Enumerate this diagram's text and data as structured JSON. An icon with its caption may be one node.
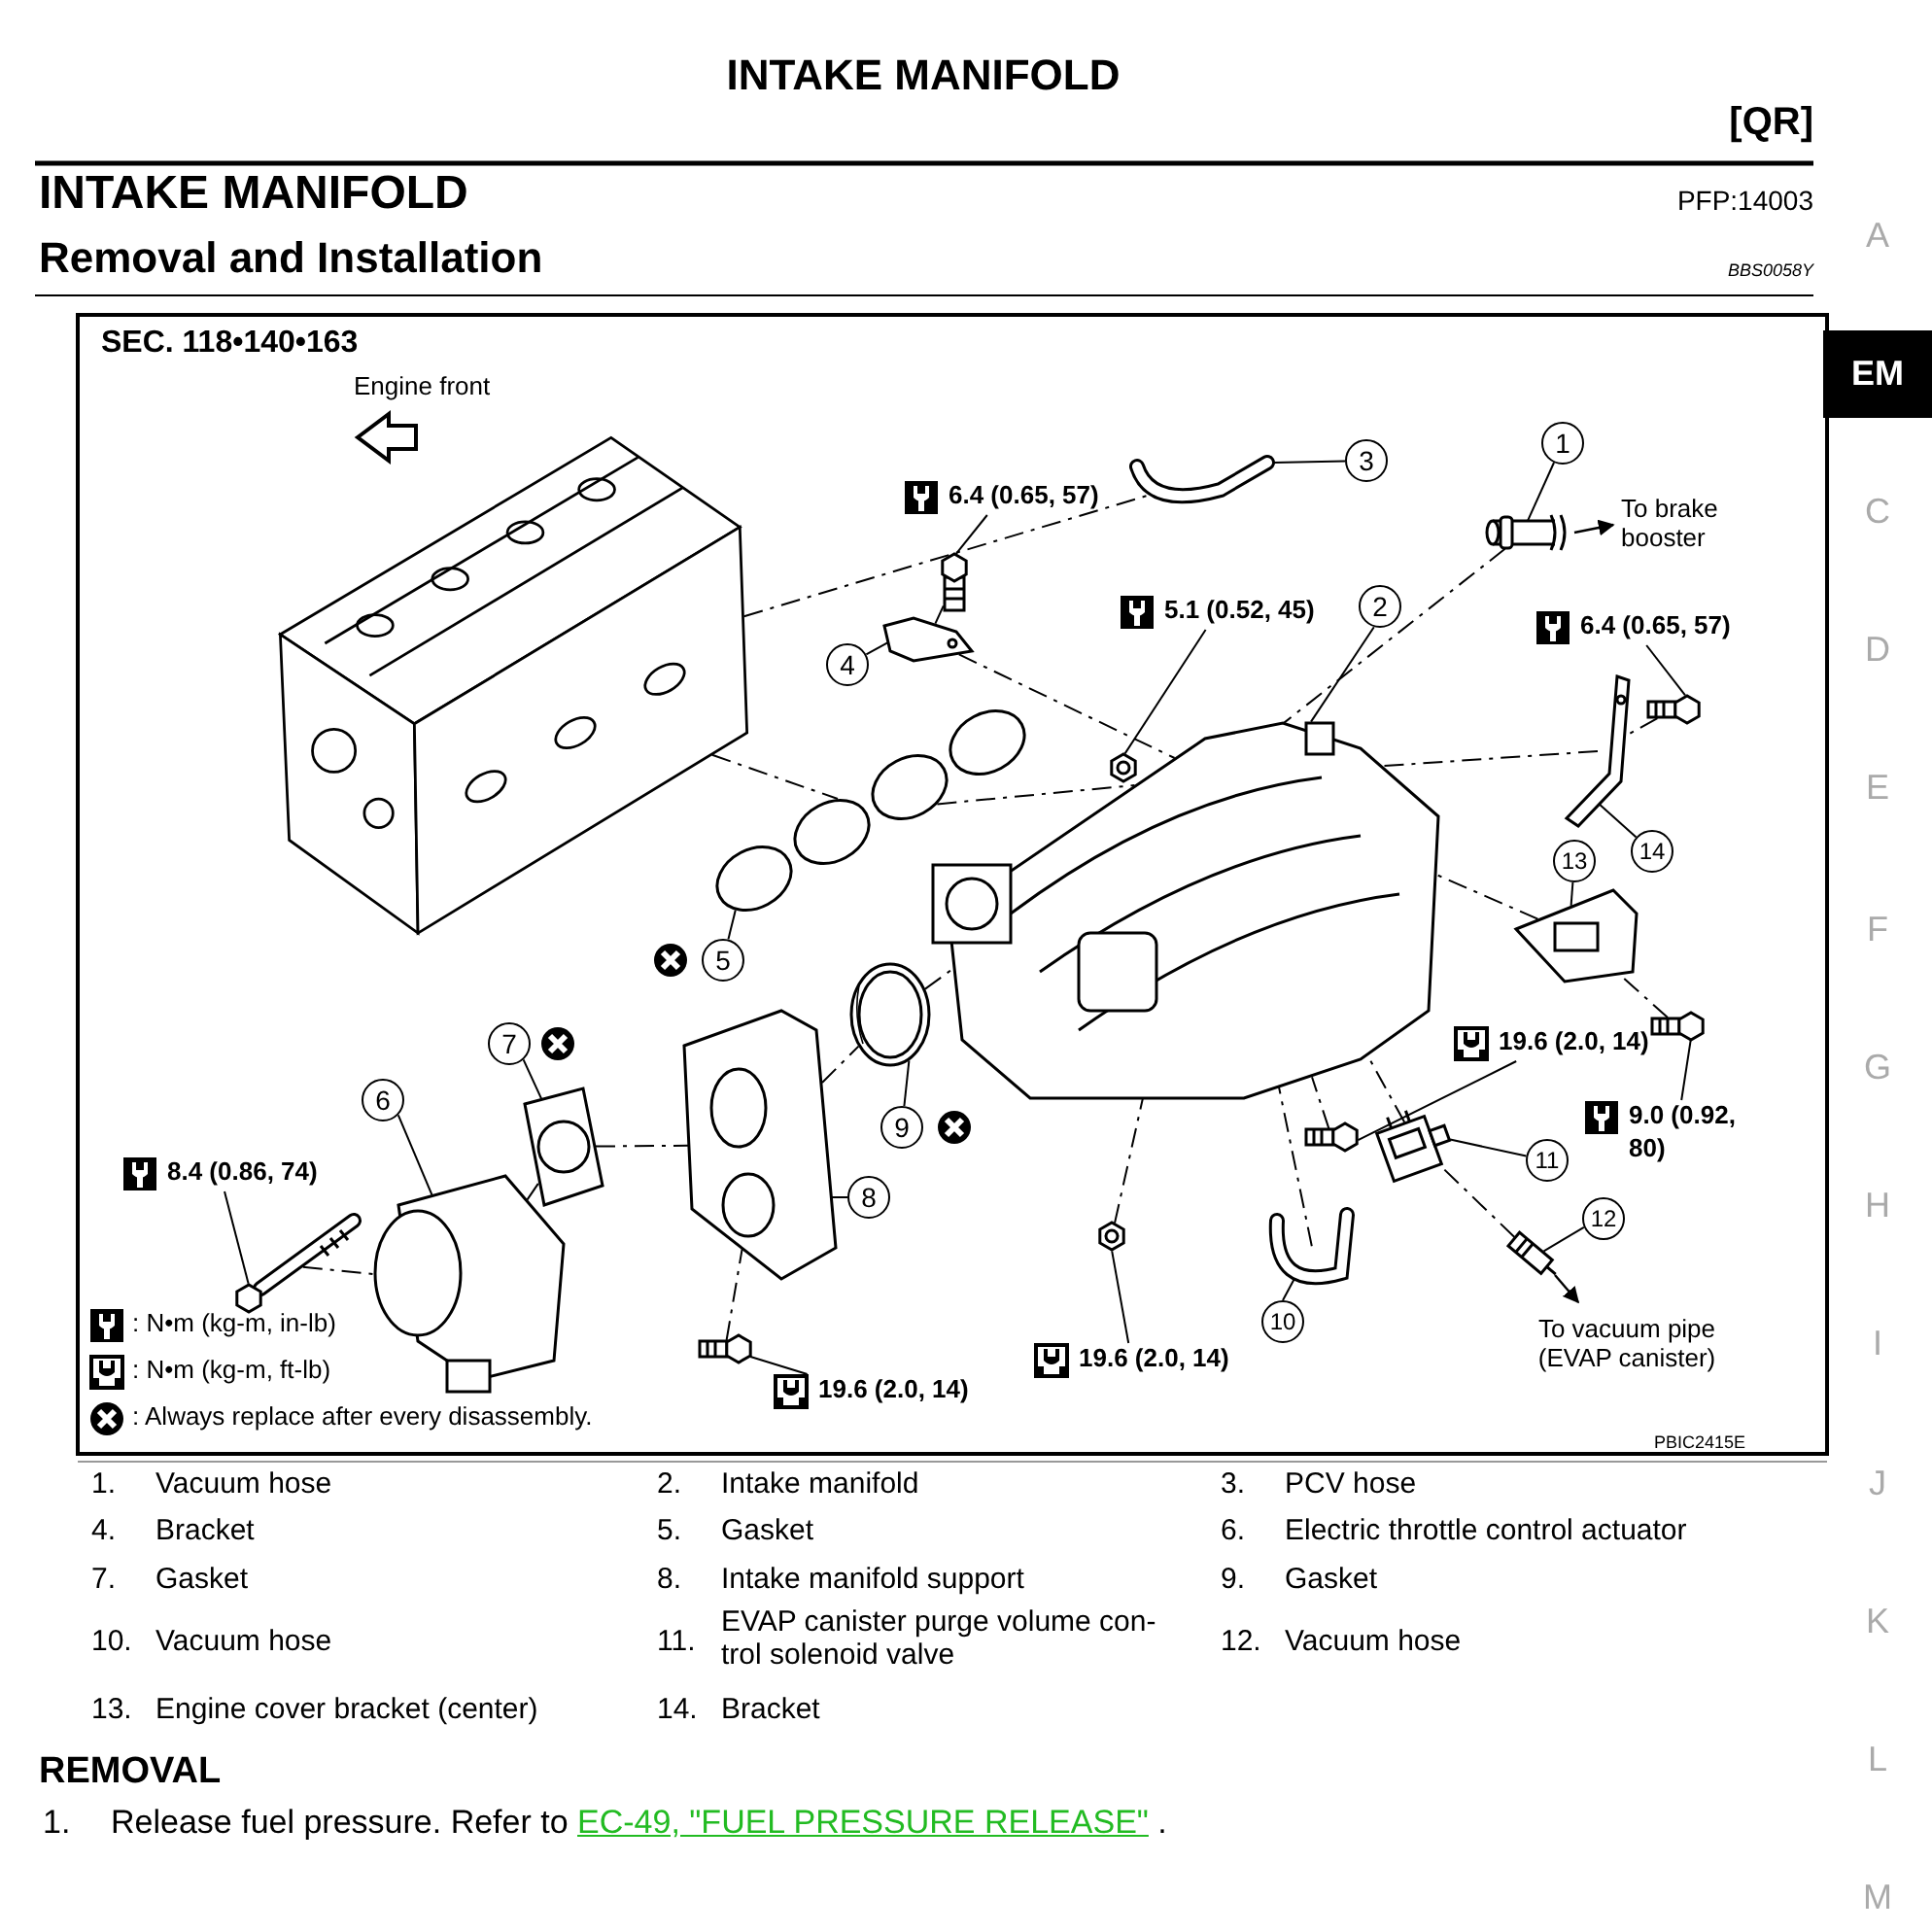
{
  "diagram": {
    "title": "INTAKE MANIFOLD",
    "nodes": [
      {
        "text": [
          "1"
        ]
      },
      {
        "text": [
          "2"
        ]
      },
      {
        "text": [
          "3"
        ]
      },
      {
        "text": [
          "4"
        ]
      },
      {
        "text": [
          "5"
        ]
      },
      {
        "text": [
          "6"
        ]
      },
      {
        "text": [
          "7"
        ]
      },
      {
        "text": [
          "8"
        ]
      },
      {
        "text": [
          "9"
        ]
      },
      {
        "text": [
          "10"
        ]
      },
      {
        "text": [
          "11"
        ]
      },
      {
        "text": [
          "12"
        ]
      },
      {
        "text": [
          "13"
        ]
      },
      {
        "text": [
          "14"
        ]
      },
      {
        "text": [
          "6.4 (0.65, 57)"
        ]
      },
      {
        "text": [
          "5.1 (0.52, 45)"
        ]
      },
      {
        "text": [
          "6.4 (0.65, 57)"
        ]
      },
      {
        "text": [
          "8.4 (0.86, 74)"
        ]
      },
      {
        "text": [
          "19.6 (2.0, 14)"
        ]
      },
      {
        "text": [
          "19.6 (2.0, 14)"
        ]
      },
      {
        "text": [
          "19.6 (2.0, 14)"
        ]
      },
      {
        "text": [
          "9.0 (0.92, 80)"
        ]
      },
      {
        "text": [],
        "shape": "picture"
      },
      {
        "text": [],
        "shape": "picture"
      },
      {
        "text": [],
        "shape": "picture"
      },
      {
        "text": [],
        "shape": "picture"
      },
      {
        "text": [],
        "shape": "picture"
      },
      {
        "text": [],
        "shape": "picture"
      },
      {
        "text": [],
        "shape": "picture"
      },
      {
        "text": [],
        "shape": "picture"
      },
      {
        "text": [],
        "shape": "picture"
      },
      {
        "text": [],
        "shape": "picture"
      },
      {
        "text": [],
        "shape": "picture"
      },
      {
        "text": [],
        "shape": "picture"
      },
      {
        "text": [],
        "shape": "picture"
      },
      {
        "text": [],
        "shape": "picture"
      },
      {
        "text": [],
        "shape": "picture"
      },
      {
        "text": [],
        "shape": "picture"
      },
      {
        "text": [],
        "shape": "picture"
      },
      {
        "text": [],
        "shape": "picture"
      },
      {
        "text": [],
        "shape": "picture"
      },
      {
        "text": [],
        "shape": "picture"
      },
      {
        "text": [],
        "shape": "picture"
      },
      {
        "text": [],
        "shape": "picture"
      },
      {
        "text": [],
        "shape": "picture"
      }
    ],
    "edges": [
      {
        "from": 0,
        "to": 22,
        "arrow": "none"
      },
      {
        "from": 1,
        "to": 23,
        "arrow": "none"
      },
      {
        "from": 2,
        "to": 24,
        "arrow": "none"
      },
      {
        "from": 3,
        "to": 25,
        "arrow": "none"
      },
      {
        "from": 4,
        "to": 26,
        "arrow": "none"
      },
      {
        "from": 5,
        "to": 27,
        "arrow": "none"
      },
      {
        "from": 6,
        "to": 28,
        "arrow": "none"
      },
      {
        "from": 7,
        "to": 29,
        "arrow": "none"
      },
      {
        "from": 8,
        "to": 30,
        "arrow": "none"
      },
      {
        "from": 9,
        "to": 31,
        "arrow": "none"
      },
      {
        "from": 10,
        "to": 32,
        "arrow": "none"
      },
      {
        "from": 11,
        "to": 33,
        "arrow": "none"
      },
      {
        "from": 12,
        "to": 34,
        "arrow": "none"
      },
      {
        "from": 13,
        "to": 35,
        "arrow": "none"
      },
      {
        "from": 14,
        "to": 36,
        "arrow": "none"
      },
      {
        "from": 15,
        "to": 37,
        "arrow": "none"
      },
      {
        "from": 16,
        "to": 38,
        "arrow": "none"
      },
      {
        "from": 17,
        "to": 39,
        "arrow": "none"
      },
      {
        "from": 18,
        "to": 40,
        "arrow": "none"
      },
      {
        "from": 19,
        "to": 41,
        "arrow": "none"
      },
      {
        "from": 20,
        "to": 42,
        "arrow": "none"
      },
      {
        "from": 21,
        "to": 43,
        "arrow": "none"
      },
      {
        "from": 44,
        "to": 24,
        "arrow": "none",
        "style": "dashed"
      },
      {
        "from": 44,
        "to": 26,
        "arrow": "none",
        "style": "dashed"
      },
      {
        "from": 26,
        "to": 23,
        "arrow": "none",
        "style": "dashed"
      },
      {
        "from": 36,
        "to": 25,
        "arrow": "none",
        "style": "dashed"
      },
      {
        "from": 25,
        "to": 23,
        "arrow": "none",
        "style": "dashed"
      },
      {
        "from": 22,
        "to": 23,
        "arrow": "none",
        "style": "dashed"
      },
      {
        "from": 38,
        "to": 35,
        "arrow": "none",
        "style": "dashed"
      },
      {
        "from": 35,
        "to": 23,
        "arrow": "none",
        "style": "dashed"
      },
      {
        "from": 43,
        "to": 34,
        "arrow": "none",
        "style": "dashed"
      },
      {
        "from": 34,
        "to": 23,
        "arrow": "none",
        "style": "dashed"
      },
      {
        "from": 39,
        "to": 27,
        "arrow": "none",
        "style": "dashed"
      },
      {
        "from": 27,
        "to": 28,
        "arrow": "none",
        "style": "dashed"
      },
      {
        "from": 28,
        "to": 29,
        "arrow": "none",
        "style": "dashed"
      },
      {
        "from": 29,
        "to": 30,
        "arrow": "none",
        "style": "dashed"
      },
      {
        "from": 30,
        "to": 23,
        "arrow": "none",
        "style": "dashed"
      },
      {
        "from": 40,
        "to": 29,
        "arrow": "none",
        "style": "dashed"
      },
      {
        "from": 41,
        "to": 23,
        "arrow": "none",
        "style": "dashed"
      },
      {
        "from": 31,
        "to": 23,
        "arrow": "none",
        "style": "dashed"
      },
      {
        "from": 42,
        "to": 23,
        "arrow": "none",
        "style": "dashed"
      },
      {
        "from": 33,
        "to": 32,
        "arrow": "none",
        "style": "dashed"
      },
      {
        "from": 32,
        "to": 23,
        "arrow": "none",
        "style": "dashed"
      }
    ],
    "labels": [
      "[QR]",
      "INTAKE MANIFOLD",
      "PFP:14003",
      "Removal and Installation",
      "BBS0058Y",
      "SEC. 118•140•163",
      "Engine front",
      "To brake booster",
      "To vacuum pipe (EVAP canister)",
      "PBIC2415E",
      "1.",
      "Vacuum hose",
      "2.",
      "Intake manifold",
      "3.",
      "PCV hose",
      "4.",
      "Bracket",
      "5.",
      "Gasket",
      "6.",
      "Electric throttle control actuator",
      "7.",
      "Gasket",
      "8.",
      "Intake manifold support",
      "9.",
      "Gasket",
      "10.",
      "Vacuum hose",
      "11.",
      "EVAP canister purge volume con-trol solenoid valve",
      "12.",
      "Vacuum hose",
      "13.",
      "Engine cover bracket (center)",
      "14.",
      "Bracket",
      "REMOVAL",
      "1.",
      "Release fuel pressure. Refer to",
      "EC-49, \"FUEL PRESSURE RELEASE\"",
      ".",
      "A",
      "EM",
      "C",
      "D",
      "E",
      "F",
      "G",
      "H",
      "I",
      "J",
      "K",
      "L",
      "M"
    ],
    "legend": [
      {
        "text": ": N•m (kg-m, in-lb)"
      },
      {
        "text": ": N•m (kg-m, ft-lb)"
      },
      {
        "text": ": Always replace after every disassembly."
      }
    ]
  }
}
